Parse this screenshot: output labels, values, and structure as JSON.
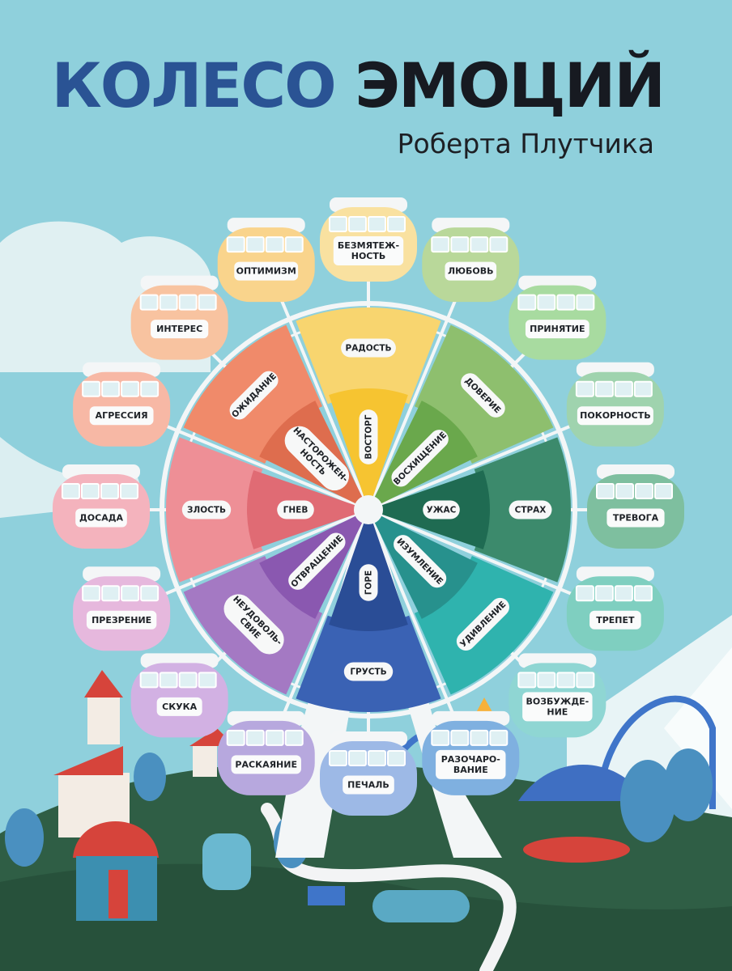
{
  "title": {
    "word1": "КОЛЕСО",
    "word2": "ЭМОЦИЙ"
  },
  "subtitle": "Роберта Плутчика",
  "wheel": {
    "sectors": [
      {
        "outer": "РАДОСТЬ",
        "inner": "ВОСТОРГ",
        "color_outer": "#f8d56f",
        "color_inner": "#f6c431"
      },
      {
        "outer": "ДОВЕРИЕ",
        "inner": "ВОСХИЩЕНИЕ",
        "color_outer": "#8ebf6e",
        "color_inner": "#6aa84c"
      },
      {
        "outer": "СТРАХ",
        "inner": "УЖАС",
        "color_outer": "#3c8a6c",
        "color_inner": "#1f6b52"
      },
      {
        "outer": "УДИВЛЕНИЕ",
        "inner": "ИЗУМЛЕНИЕ",
        "color_outer": "#2fb3ae",
        "color_inner": "#27918d"
      },
      {
        "outer": "ГРУСТЬ",
        "inner": "ГОРЕ",
        "color_outer": "#3a62b4",
        "color_inner": "#2a4d96"
      },
      {
        "outer": "НЕУДОВОЛЬ-\nСВИЕ",
        "inner": "ОТВРАЩЕНИЕ",
        "color_outer": "#a479c3",
        "color_inner": "#8a58b0"
      },
      {
        "outer": "ЗЛОСТЬ",
        "inner": "ГНЕВ",
        "color_outer": "#ee8f96",
        "color_inner": "#e06b74"
      },
      {
        "outer": "ОЖИДАНИЕ",
        "inner": "НАСТОРОЖЕН-\nНОСТЬ",
        "color_outer": "#f08a6a",
        "color_inner": "#de6d4e"
      }
    ],
    "cabins": [
      {
        "label": "БЕЗМЯТЕЖ-\nНОСТЬ",
        "color": "#f9e1a0"
      },
      {
        "label": "ЛЮБОВЬ",
        "color": "#b9d89a"
      },
      {
        "label": "ПРИНЯТИЕ",
        "color": "#a8dba0"
      },
      {
        "label": "ПОКОРНОСТЬ",
        "color": "#9fd3ae"
      },
      {
        "label": "ТРЕВОГА",
        "color": "#7ebf9f"
      },
      {
        "label": "ТРЕПЕТ",
        "color": "#7fcfc0"
      },
      {
        "label": "ВОЗБУЖДЕ-\nНИЕ",
        "color": "#8fd6d3"
      },
      {
        "label": "РАЗОЧАРО-\nВАНИЕ",
        "color": "#7fb0e0"
      },
      {
        "label": "ПЕЧАЛЬ",
        "color": "#9db9e6"
      },
      {
        "label": "РАСКАЯНИЕ",
        "color": "#b7a8de"
      },
      {
        "label": "СКУКА",
        "color": "#d2b1e3"
      },
      {
        "label": "ПРЕЗРЕНИЕ",
        "color": "#e6b8dd"
      },
      {
        "label": "ДОСАДА",
        "color": "#f4b3bd"
      },
      {
        "label": "АГРЕССИЯ",
        "color": "#f7b8a5"
      },
      {
        "label": "ИНТЕРЕС",
        "color": "#f8c3a0"
      },
      {
        "label": "ОПТИМИЗМ",
        "color": "#f9d48c"
      }
    ]
  },
  "colors": {
    "sky": "#8fd0dc",
    "grass": "#2f5e45",
    "title_blue": "#2a5394",
    "title_dark": "#171a21"
  }
}
